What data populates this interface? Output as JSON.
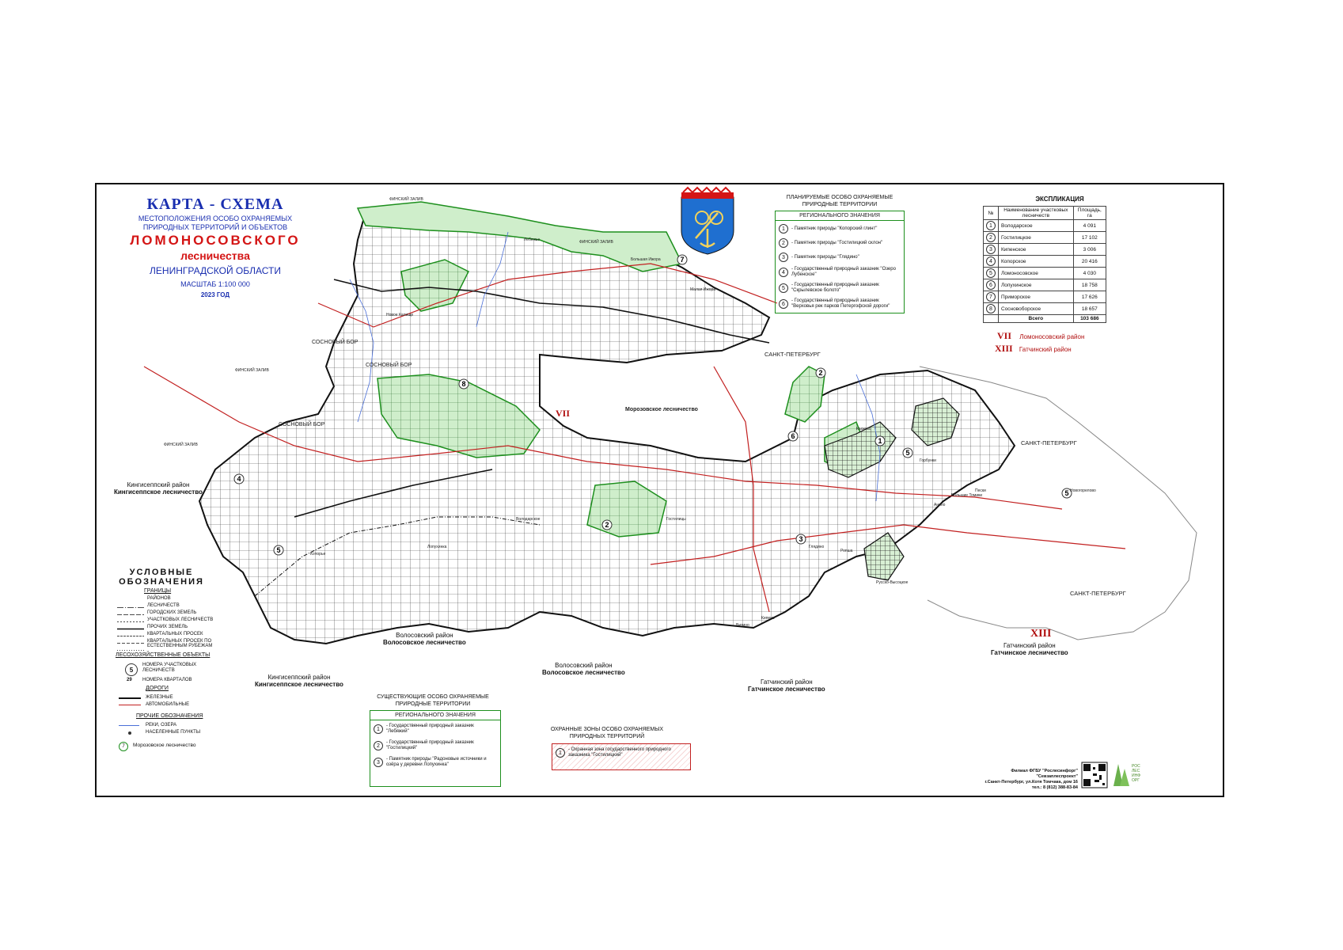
{
  "title": {
    "main": "КАРТА - СХЕМА",
    "sub1": "МЕСТОПОЛОЖЕНИЯ ОСОБО ОХРАНЯЕМЫХ",
    "sub2": "ПРИРОДНЫХ ТЕРРИТОРИЙ И ОБЪЕКТОВ",
    "name1": "ЛОМОНОСОВСКОГО",
    "name2": "лесничества",
    "region": "ЛЕНИНГРАДСКОЙ ОБЛАСТИ",
    "scale": "МАСШТАБ 1:100 000",
    "year": "2023 ГОД"
  },
  "planned": {
    "title1": "ПЛАНИРУЕМЫЕ ОСОБО ОХРАНЯЕМЫЕ",
    "title2": "ПРИРОДНЫЕ ТЕРРИТОРИИ",
    "subhead": "РЕГИОНАЛЬНОГО ЗНАЧЕНИЯ",
    "items": [
      {
        "n": "1",
        "text": "- Памятник природы \"Копорский глинт\""
      },
      {
        "n": "2",
        "text": "- Памятник природы \"Гостилицкий склон\""
      },
      {
        "n": "3",
        "text": "- Памятник природы \"Глядино\""
      },
      {
        "n": "4",
        "text": "- Государственный природный заказник \"Озеро Лубенское\""
      },
      {
        "n": "5",
        "text": "- Государственный природный заказник \"Скрылевское болото\""
      },
      {
        "n": "6",
        "text": "- Государственный природный заказник \"Верховья рек парков Петергофской дороги\""
      }
    ]
  },
  "explication": {
    "title": "ЭКСПЛИКАЦИЯ",
    "headers": [
      "№",
      "Наименование участковых лесничеств",
      "Площадь, га"
    ],
    "rows": [
      {
        "n": "1",
        "name": "Володарское",
        "area": "4 091"
      },
      {
        "n": "2",
        "name": "Гостилицкое",
        "area": "17 102"
      },
      {
        "n": "3",
        "name": "Кипенское",
        "area": "3 006"
      },
      {
        "n": "4",
        "name": "Копорское",
        "area": "20 416"
      },
      {
        "n": "5",
        "name": "Ломоносовское",
        "area": "4 030"
      },
      {
        "n": "6",
        "name": "Лопухинское",
        "area": "18 758"
      },
      {
        "n": "7",
        "name": "Приморское",
        "area": "17 626"
      },
      {
        "n": "8",
        "name": "Сосновоборское",
        "area": "18 657"
      }
    ],
    "total_label": "Всего",
    "total": "103 686"
  },
  "districts": [
    {
      "roman": "VII",
      "name": "Ломоносовский район"
    },
    {
      "roman": "XIII",
      "name": "Гатчинский район"
    }
  ],
  "legend": {
    "title1": "УСЛОВНЫЕ",
    "title2": "ОБОЗНАЧЕНИЯ",
    "borders_head": "ГРАНИЦЫ",
    "borders": [
      "РАЙОНОВ",
      "ЛЕСНИЧЕСТВ",
      "ГОРОДСКИХ ЗЕМЕЛЬ",
      "УЧАСТКОВЫХ ЛЕСНИЧЕСТВ",
      "ПРОЧИХ ЗЕМЕЛЬ",
      "КВАРТАЛЬНЫХ ПРОСЕК",
      "КВАРТАЛЬНЫХ ПРОСЕК ПО ЕСТЕСТВЕННЫМ РУБЕЖАМ"
    ],
    "forest_head": "ЛЕСОХОЗЯЙСТВЕННЫЕ ОБЪЕКТЫ",
    "forest_items": [
      {
        "sym": "5",
        "text": "НОМЕРА УЧАСТКОВЫХ ЛЕСНИЧЕСТВ"
      },
      {
        "sym": "29",
        "text": "НОМЕРА КВАРТАЛОВ"
      }
    ],
    "roads_head": "ДОРОГИ",
    "roads": [
      "ЖЕЛЕЗНЫЕ",
      "АВТОМОБИЛЬНЫЕ"
    ],
    "other_head": "ПРОЧИЕ ОБОЗНАЧЕНИЯ",
    "other": [
      "РЕКИ, ОЗЕРА",
      "НАСЕЛЕННЫЕ ПУНКТЫ"
    ],
    "moroz": "Морозовское лесничество"
  },
  "existing": {
    "title1": "СУЩЕСТВУЮЩИЕ ОСОБО ОХРАНЯЕМЫЕ",
    "title2": "ПРИРОДНЫЕ ТЕРРИТОРИИ",
    "subhead": "РЕГИОНАЛЬНОГО ЗНАЧЕНИЯ",
    "items": [
      {
        "n": "1",
        "text": "- Государственный природный заказник \"Лебяжий\""
      },
      {
        "n": "2",
        "text": "- Государственный природный заказник \"Гостилицкий\""
      },
      {
        "n": "3",
        "text": "- Памятник природы \"Радоновые источники и озёра у деревни Лопухинка\""
      }
    ]
  },
  "protect_zones": {
    "title1": "ОХРАННЫЕ ЗОНЫ ОСОБО ОХРАНЯЕМЫХ",
    "title2": "ПРИРОДНЫХ ТЕРРИТОРИЙ",
    "items": [
      {
        "n": "1",
        "text": "- Охранная зона государственного природного заказника \"Гостилицкий\""
      }
    ]
  },
  "footer": {
    "org": "Филиал ФГБУ \"Рослесинфорг\" \"Севзаплеспроект\"",
    "addr": "г.Санкт-Петербург, ул.Котя Томчака, дом 16",
    "tel": "тел.: 8 (812) 388-83-84",
    "logo_text": "РОС ЛЕС ИНФ ОРГ"
  },
  "map_labels": {
    "sosnovy_bor_1": "СОСНОВЫЙ БОР",
    "sosnovy_bor_2": "СОСНОВЫЙ БОР",
    "sosnovy_bor_3": "СОСНОВЫЙ БОР",
    "spb_1": "САНКТ-ПЕТЕРБУРГ",
    "spb_2": "САНКТ-ПЕТЕРБУРГ",
    "spb_3": "САНКТ-ПЕТЕРБУРГ",
    "moroz_center": "Морозовское лесничество",
    "vii_center": "VII",
    "xiii_center": "XIII",
    "kingisepp_1_name": "Кингисеппский район",
    "kingisepp_1_les": "Кингисеппское лесничество",
    "kingisepp_2_name": "Кингисеппский район",
    "kingisepp_2_les": "Кингисеппское лесничество",
    "volosovo_1_name": "Волосовский район",
    "volosovo_1_les": "Волосовское лесничество",
    "volosovo_2_name": "Волосовский район",
    "volosovo_2_les": "Волосовское лесничество",
    "gatchina_1_name": "Гатчинский район",
    "gatchina_1_les": "Гатчинское лесничество",
    "gatchina_2_name": "Гатчинский район",
    "gatchina_2_les": "Гатчинское лесничество",
    "bay_1": "ФИНСКИЙ ЗАЛИВ",
    "bay_2": "ФИНСКИЙ ЗАЛИВ",
    "bay_3": "ФИНСКИЙ ЗАЛИВ",
    "bay_4": "ФИНСКИЙ ЗАЛИВ",
    "lebyazhye": "Лебяжье",
    "bolshaya_izhora": "Большая Ижора",
    "malaya_izhora": "Малая Ижора",
    "kaskovo": "Касково",
    "ropsha": "Ропша",
    "gorbunki": "Горбунки",
    "novoe_kalishe": "Новое Калище",
    "koporye": "Копорье",
    "lopukhinka": "Лопухинка",
    "russko_vysotskoe": "Русско-Высоцкое",
    "novogorelovo": "Новогорелово",
    "aninsko": "Анино",
    "glyadino": "Глядино",
    "volodarskoe": "Володарское",
    "gostilitsy": "Гостилицы",
    "kipen": "Кипень",
    "vilpovitsy": "Витино",
    "bolshie_tomiki": "Большие Томики",
    "pesochnoe": "Пески"
  },
  "colors": {
    "title_blue": "#1a2fb0",
    "title_red": "#d41515",
    "protected_green": "#1d8f1d",
    "protected_fill": "#cfeecb",
    "road_red": "#c22020",
    "rail": "#111111"
  }
}
